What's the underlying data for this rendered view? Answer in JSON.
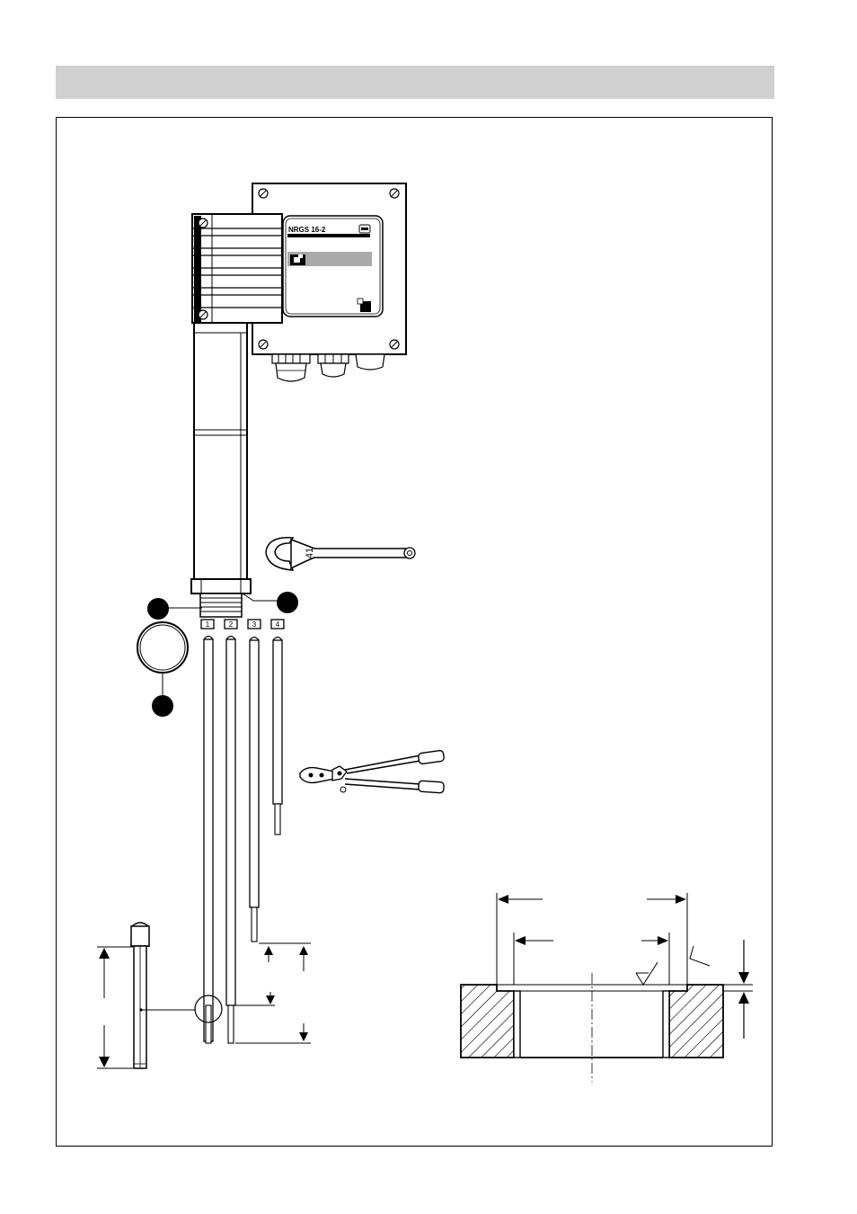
{
  "device": {
    "model_label": "NRGS 16-2"
  },
  "electrodes": [
    {
      "number": "1"
    },
    {
      "number": "2"
    },
    {
      "number": "3"
    },
    {
      "number": "4"
    }
  ],
  "wrench": {
    "size_label": "41"
  },
  "icons": {
    "logo": "gestra-logo-icon",
    "screw": "screw-icon",
    "callout": "callout-dot-icon",
    "arrow": "arrow-icon",
    "surface_finish": "surface-finish-symbol-icon"
  },
  "colors": {
    "ink": "#000000",
    "header_band": "#d0d0d0",
    "panel_stripe": "#aaaaaa"
  }
}
